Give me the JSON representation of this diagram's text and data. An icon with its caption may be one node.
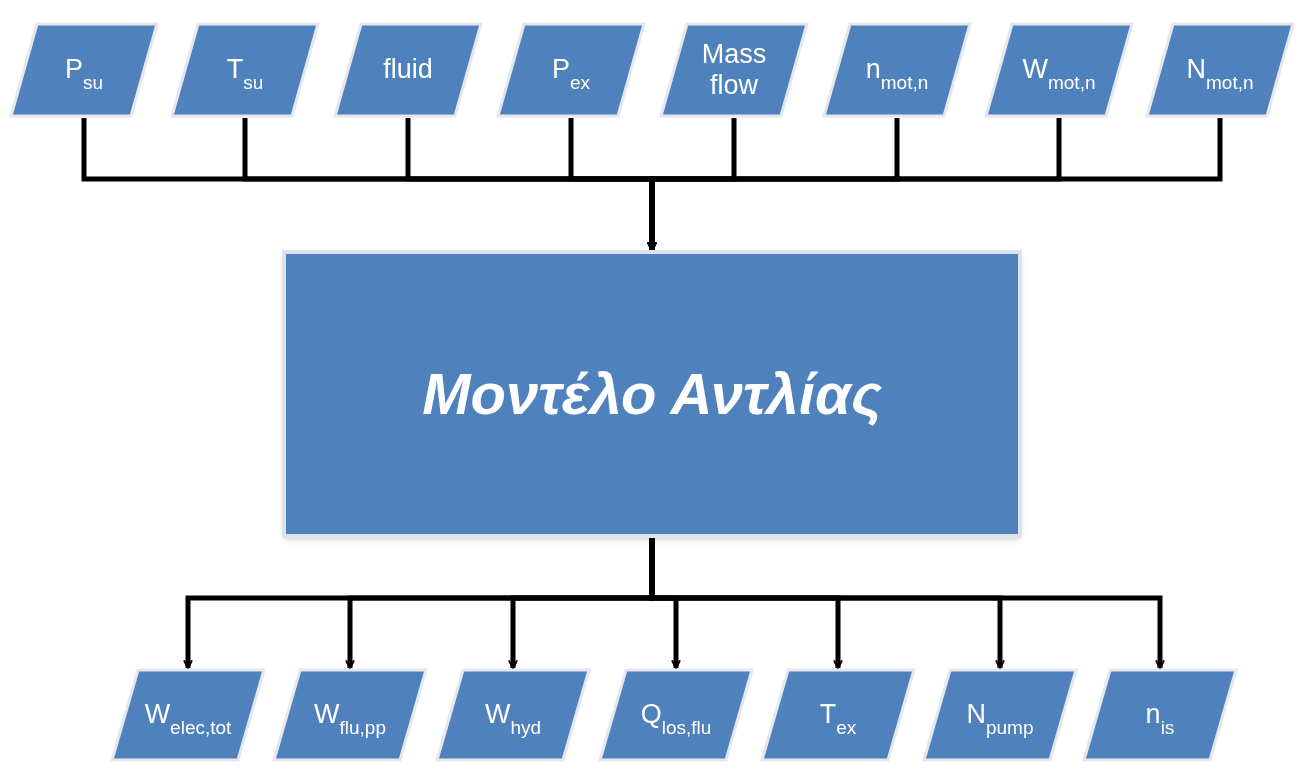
{
  "diagram": {
    "nodes": [
      {
        "text": [
          "P$_{su}$"
        ]
      },
      {
        "text": [
          "T$_{su}$"
        ]
      },
      {
        "text": [
          "fluid"
        ]
      },
      {
        "text": [
          "P$_{ex}$"
        ]
      },
      {
        "text": [
          "Mass flow"
        ]
      },
      {
        "text": [
          "n$_{mot,n}$"
        ]
      },
      {
        "text": [
          "W$_{mot,n}$"
        ]
      },
      {
        "text": [
          "N$_{mot,n}$"
        ]
      },
      {
        "text": [
          "Μοντέλο Αντλίας"
        ]
      },
      {
        "text": [
          "W$_{elec,tot}$"
        ]
      },
      {
        "text": [
          "W$_{flu,pp}$"
        ]
      },
      {
        "text": [
          "W$_{hyd}$"
        ]
      },
      {
        "text": [
          "Q$_{los,flu}$"
        ]
      },
      {
        "text": [
          "T$_{ex}$"
        ]
      },
      {
        "text": [
          "N$_{pump}$"
        ]
      },
      {
        "text": [
          "n$_{is}$"
        ]
      }
    ],
    "edges": [
      {
        "from": 0,
        "to": 8,
        "arrow": "to"
      },
      {
        "from": 1,
        "to": 8,
        "arrow": "to"
      },
      {
        "from": 2,
        "to": 8,
        "arrow": "to"
      },
      {
        "from": 3,
        "to": 8,
        "arrow": "to"
      },
      {
        "from": 4,
        "to": 8,
        "arrow": "to"
      },
      {
        "from": 5,
        "to": 8,
        "arrow": "to"
      },
      {
        "from": 6,
        "to": 8,
        "arrow": "to"
      },
      {
        "from": 7,
        "to": 8,
        "arrow": "to"
      },
      {
        "from": 8,
        "to": 9,
        "arrow": "to"
      },
      {
        "from": 8,
        "to": 10,
        "arrow": "to"
      },
      {
        "from": 8,
        "to": 11,
        "arrow": "to"
      },
      {
        "from": 8,
        "to": 12,
        "arrow": "to"
      },
      {
        "from": 8,
        "to": 13,
        "arrow": "to"
      },
      {
        "from": 8,
        "to": 14,
        "arrow": "to"
      },
      {
        "from": 8,
        "to": 15,
        "arrow": "to"
      }
    ]
  }
}
